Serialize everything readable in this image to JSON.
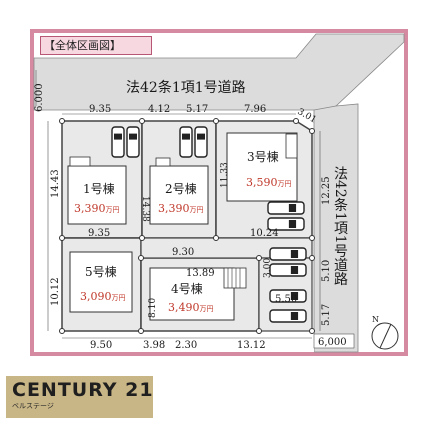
{
  "header": {
    "title": "【全体区画図】"
  },
  "roads": {
    "top_label": "法42条1項1号道路",
    "right_label": "法42条1項1号道路",
    "top_width": "6.000",
    "bottom_width": "6,000"
  },
  "lots": [
    {
      "name": "1号棟",
      "price_num": "3,390",
      "price_unit": "万円"
    },
    {
      "name": "2号棟",
      "price_num": "3,390",
      "price_unit": "万円"
    },
    {
      "name": "3号棟",
      "price_num": "3,590",
      "price_unit": "万円"
    },
    {
      "name": "4号棟",
      "price_num": "3,490",
      "price_unit": "万円"
    },
    {
      "name": "5号棟",
      "price_num": "3,090",
      "price_unit": "万円"
    }
  ],
  "dimensions": {
    "top_row": [
      "9.35",
      "4.12",
      "5.17",
      "7.96",
      "3.01"
    ],
    "left_upper": "14.43",
    "left_lower": "10.12",
    "lot1_bottom": "9.35",
    "lot2_depth": "14.38",
    "lot3_depth": "11.33",
    "right_upper": "12.25",
    "lot3_bottom": "10.24",
    "lot4_top": "9.30",
    "lot4_inner": "13.89",
    "lot4_depth": "8.10",
    "drive": "3.00",
    "right_mid": "5.10",
    "right_lower": "5.17",
    "lower_box": "5.50",
    "bottom_row": [
      "9.50",
      "3.98",
      "2.30",
      "13.12"
    ]
  },
  "logo": {
    "brand": "CENTURY 21",
    "sub": "ベルステージ"
  },
  "colors": {
    "road": "#dcdcdc",
    "lot": "#e9e9e9",
    "frame": "#d58aa2",
    "price": "#c0392b",
    "logo_bg": "#c9b686"
  }
}
